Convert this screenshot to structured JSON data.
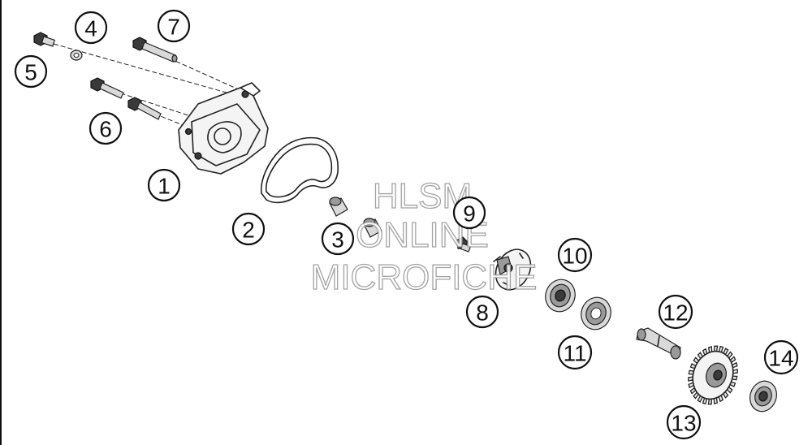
{
  "watermark": {
    "line1": "HLSM",
    "line2": "ONLINE",
    "line3": "MICROFICHE"
  },
  "callouts": [
    "1",
    "2",
    "3",
    "4",
    "5",
    "6",
    "7",
    "8",
    "9",
    "10",
    "11",
    "12",
    "13",
    "14"
  ]
}
